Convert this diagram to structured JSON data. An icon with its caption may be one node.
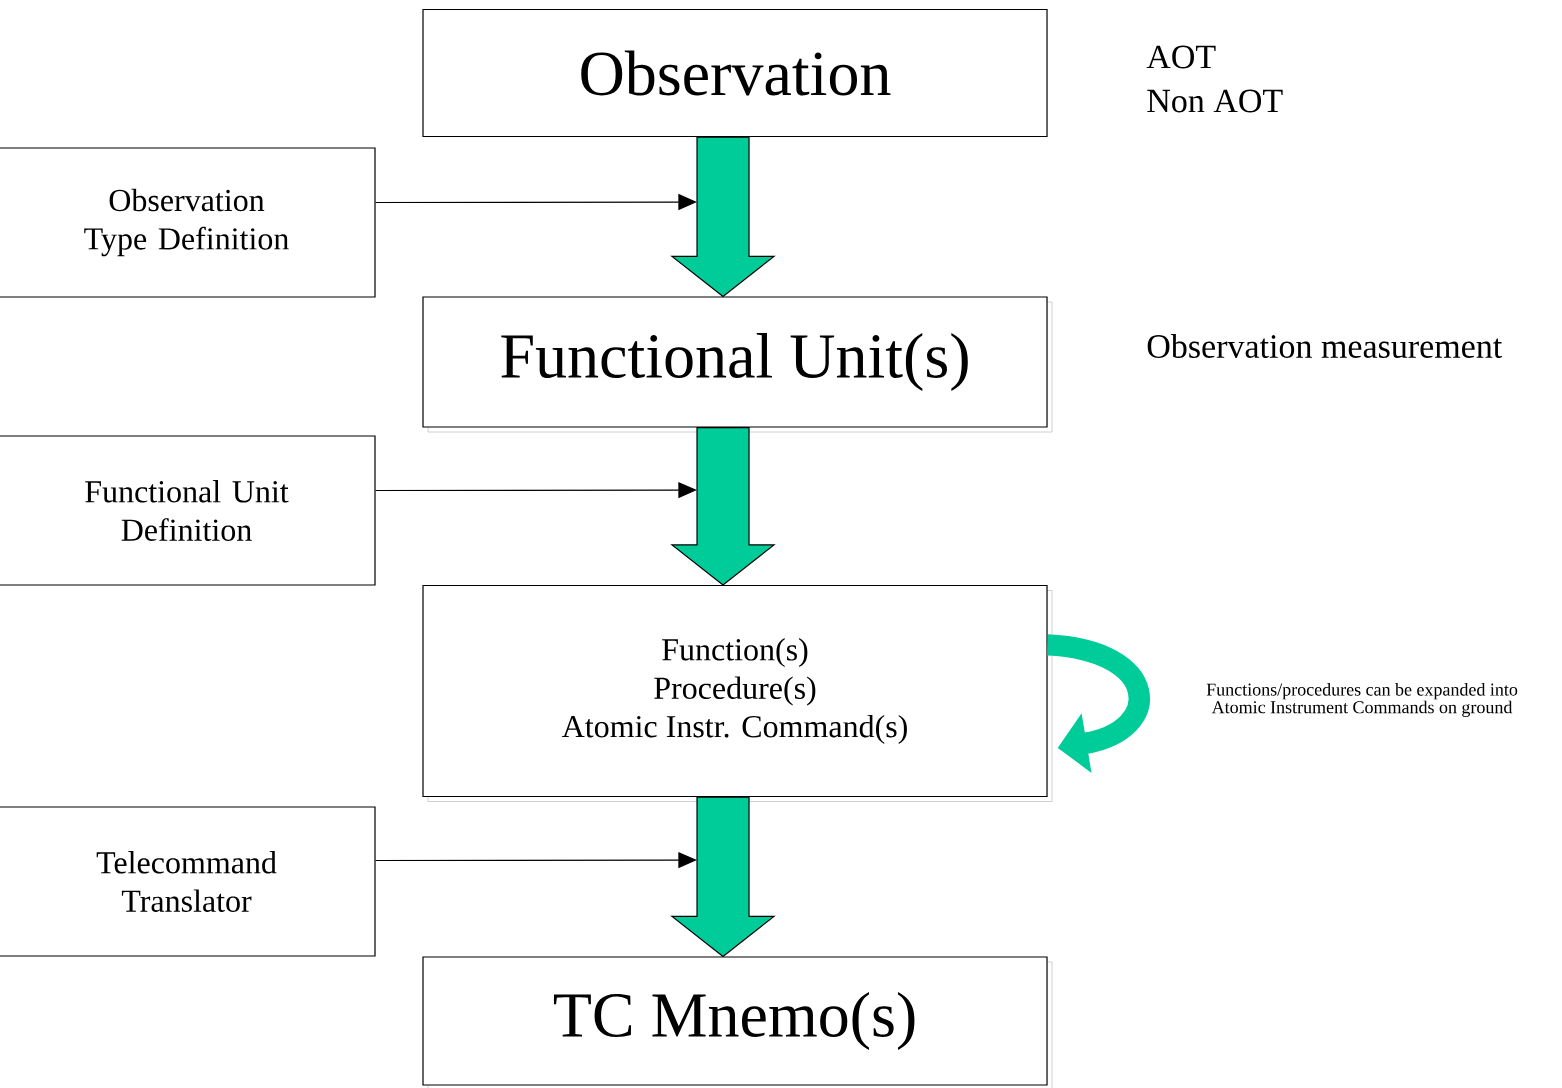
{
  "diagram": {
    "nodes": [
      {
        "text": [
          "Observation"
        ],
        "beside": [
          "AOT",
          "Non AOT"
        ]
      },
      {
        "text": [
          "Observation Type Definition"
        ]
      },
      {
        "text": [
          "Functional Unit(s)"
        ],
        "beside": [
          "Observation measurement"
        ]
      },
      {
        "text": [
          "Functional Unit Definition"
        ]
      },
      {
        "text": [
          "Function(s)",
          "Procedure(s)",
          "Atomic Instr. Command(s)"
        ]
      },
      {
        "text": [
          "Telecommand Translator"
        ]
      },
      {
        "text": [
          "TC Mnemo(s)"
        ]
      }
    ],
    "edges": [
      {
        "from": 0,
        "to": 2,
        "arrow": "to",
        "style": "thick",
        "color": "#00cc99"
      },
      {
        "from": 2,
        "to": 4,
        "arrow": "to",
        "style": "thick",
        "color": "#00cc99"
      },
      {
        "from": 4,
        "to": 6,
        "arrow": "to",
        "style": "thick",
        "color": "#00cc99"
      },
      {
        "from": 1,
        "to": null,
        "arrow": "to"
      },
      {
        "from": 3,
        "to": null,
        "arrow": "to"
      },
      {
        "from": 5,
        "to": null,
        "arrow": "to"
      },
      {
        "from": 4,
        "to": 4,
        "arrow": "to",
        "style": "thick",
        "color": "#00cc99"
      }
    ],
    "labels": [
      "Functions/procedures can be expanded into Atomic Instrument Commands on ground"
    ]
  }
}
